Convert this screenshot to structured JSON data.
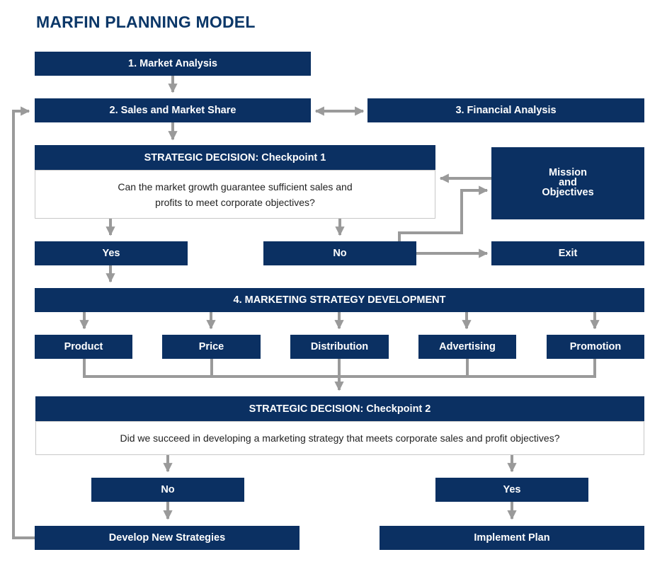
{
  "title": "MARFIN PLANNING MODEL",
  "steps": {
    "market_analysis": "1. Market Analysis",
    "sales_market_share": "2. Sales and Market Share",
    "financial_analysis": "3. Financial Analysis",
    "mission": "Mission\nand\nObjectives",
    "exit": "Exit",
    "strategy_development": "4. MARKETING STRATEGY DEVELOPMENT"
  },
  "checkpoint1": {
    "header": "STRATEGIC DECISION: Checkpoint 1",
    "question": "Can the market growth guarantee sufficient sales and\nprofits to meet corporate objectives?",
    "yes": "Yes",
    "no": "No"
  },
  "mix": [
    "Product",
    "Price",
    "Distribution",
    "Advertising",
    "Promotion"
  ],
  "checkpoint2": {
    "header": "STRATEGIC DECISION: Checkpoint 2",
    "question": "Did we succeed in developing a marketing strategy that meets corporate sales and profit objectives?",
    "no": "No",
    "yes": "Yes",
    "develop": "Develop New Strategies",
    "implement": "Implement Plan"
  },
  "colors": {
    "box": "#0b3062",
    "title": "#0b3768",
    "arrow": "#9a9a9a"
  }
}
